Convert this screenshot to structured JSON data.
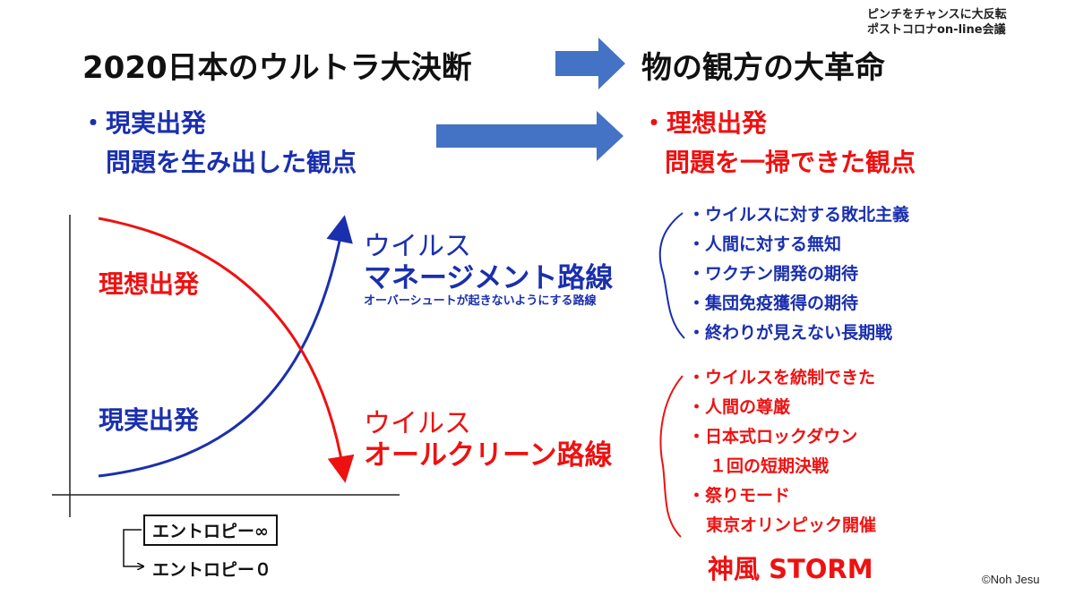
{
  "corner_note": [
    "ピンチをチャンスに大反転",
    "ポストコロナon-line会議"
  ],
  "header": {
    "left_title": "2020日本のウルトラ大決断",
    "right_title": "物の観方の大革命"
  },
  "comparison": {
    "left_line1": "・現実出発",
    "left_line2": "問題を生み出した観点",
    "right_line1": "・理想出発",
    "right_line2": "問題を一掃できた観点"
  },
  "graph": {
    "curve_labels": {
      "ideal": "理想出発",
      "reality": "現実出発"
    },
    "routes": {
      "management_line1": "ウイルス",
      "management_line2": "マネージメント路線",
      "management_note": "オーバーシュートが起きないようにする路線",
      "allclean_line1": "ウイルス",
      "allclean_line2": "オールクリーン路線"
    },
    "entropy_infinite": "エントロピー∞",
    "entropy_zero": "エントロピー０"
  },
  "management_points": [
    "・ウイルスに対する敗北主義",
    "・人間に対する無知",
    "・ワクチン開発の期待",
    "・集団免疫獲得の期待",
    "・終わりが見えない長期戦"
  ],
  "allclean_points": [
    "・ウイルスを統制できた",
    "・人間の尊厳",
    "・日本式ロックダウン",
    "１回の短期決戦",
    "・祭りモード",
    "東京オリンピック開催"
  ],
  "storm": "神風 STORM",
  "copyright": "©Noh Jesu",
  "colors": {
    "blue": "#1a2fae",
    "red": "#ee1111",
    "arrow_fill": "#4472c4"
  }
}
